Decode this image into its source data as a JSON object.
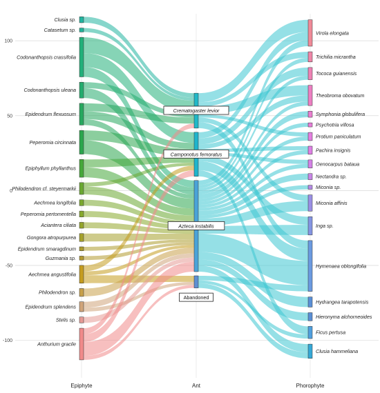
{
  "chart_data": {
    "type": "alluvial",
    "ylim": [
      -125,
      118
    ],
    "y_ticks": [
      100,
      50,
      0,
      -50,
      -100
    ],
    "axes": [
      "Epiphyte",
      "Ant",
      "Phorophyte"
    ],
    "epiphytes": [
      {
        "name": "Clusia sp.",
        "size": 3,
        "color": "#22b5a0"
      },
      {
        "name": "Catasetum sp.",
        "size": 2,
        "color": "#22b49a"
      },
      {
        "name": "Codonanthopsis crassifolia",
        "size": 20,
        "color": "#22b07a"
      },
      {
        "name": "Codonanthopsis uleana",
        "size": 8,
        "color": "#24ac6e"
      },
      {
        "name": "Epidendrum flexuosum",
        "size": 11,
        "color": "#27a85f"
      },
      {
        "name": "Peperomia circinnata",
        "size": 12,
        "color": "#2ba64e"
      },
      {
        "name": "Epiphyllum phyllanthus",
        "size": 9,
        "color": "#46a83a"
      },
      {
        "name": "Philodendron cf. steyermarkii",
        "size": 6,
        "color": "#6aa832"
      },
      {
        "name": "Aechmea longifolia",
        "size": 3,
        "color": "#7aa82e"
      },
      {
        "name": "Peperomia pertomentella",
        "size": 3,
        "color": "#86a92c"
      },
      {
        "name": "Aciantera ciliata",
        "size": 3,
        "color": "#94a52a"
      },
      {
        "name": "Gongora atropurpurea",
        "size": 4,
        "color": "#a5a12b"
      },
      {
        "name": "Epidendrum smaragdinum",
        "size": 2,
        "color": "#ad9d2d"
      },
      {
        "name": "Guzmania sp.",
        "size": 2,
        "color": "#b39a30"
      },
      {
        "name": "Aechmea angustifolia",
        "size": 9,
        "color": "#c59c1f"
      },
      {
        "name": "Philodendron sp.",
        "size": 4,
        "color": "#c8a04a"
      },
      {
        "name": "Epidendrum splendens",
        "size": 5,
        "color": "#d0a47a"
      },
      {
        "name": "Stelis sp.",
        "size": 3,
        "color": "#e59a95"
      },
      {
        "name": "Anthurium gracile",
        "size": 16,
        "color": "#f08a8a"
      }
    ],
    "ants": [
      {
        "name": "Crematogaster levior",
        "size": 23,
        "color": "#20b8c8"
      },
      {
        "name": "Camponotus femoratus",
        "size": 29,
        "color": "#1fb4cc"
      },
      {
        "name": "Azteca instabilis",
        "size": 60,
        "color": "#4aa3d8"
      },
      {
        "name": "Abandoned",
        "size": 8,
        "color": "#5d8fd2"
      }
    ],
    "phorophytes": [
      {
        "name": "Virola elongata",
        "size": 13,
        "color": "#f08a98"
      },
      {
        "name": "Trichilia micrantha",
        "size": 5,
        "color": "#ef86a8"
      },
      {
        "name": "Tococa guianensis",
        "size": 6,
        "color": "#ee82b4"
      },
      {
        "name": "Theobroma obovatum",
        "size": 10,
        "color": "#ec7fc2"
      },
      {
        "name": "Symphonia globulifera",
        "size": 3,
        "color": "#ea7ed0"
      },
      {
        "name": "Psychotria villosa",
        "size": 2,
        "color": "#e77ed9"
      },
      {
        "name": "Protium paniculatum",
        "size": 4,
        "color": "#e47fe0"
      },
      {
        "name": "Pachira insignis",
        "size": 4,
        "color": "#de80e4"
      },
      {
        "name": "Oenocarpus bataua",
        "size": 4,
        "color": "#d482e6"
      },
      {
        "name": "Nectandra sp.",
        "size": 3,
        "color": "#c886e6"
      },
      {
        "name": "Miconia sp.",
        "size": 2,
        "color": "#b48ae6"
      },
      {
        "name": "Miconia affinis",
        "size": 8,
        "color": "#9a8fe4"
      },
      {
        "name": "Inga sp.",
        "size": 9,
        "color": "#8495e2"
      },
      {
        "name": "Hymenaea oblongifolia",
        "size": 25,
        "color": "#6b9ae0"
      },
      {
        "name": "Hydrangea tarapotensis",
        "size": 5,
        "color": "#5a8fd6"
      },
      {
        "name": "Hieronyma alchorneoides",
        "size": 4,
        "color": "#5a8ed4"
      },
      {
        "name": "Ficus pertusa",
        "size": 6,
        "color": "#4f9fde"
      },
      {
        "name": "Clusia hammeliana",
        "size": 7,
        "color": "#35a8d6"
      }
    ],
    "epiphyte_ant_flows": [
      [
        "Clusia sp.",
        "Crematogaster levior",
        3
      ],
      [
        "Catasetum sp.",
        "Crematogaster levior",
        2
      ],
      [
        "Codonanthopsis crassifolia",
        "Crematogaster levior",
        8
      ],
      [
        "Codonanthopsis crassifolia",
        "Camponotus femoratus",
        7
      ],
      [
        "Codonanthopsis crassifolia",
        "Azteca instabilis",
        5
      ],
      [
        "Codonanthopsis uleana",
        "Crematogaster levior",
        3
      ],
      [
        "Codonanthopsis uleana",
        "Azteca instabilis",
        5
      ],
      [
        "Epidendrum flexuosum",
        "Crematogaster levior",
        4
      ],
      [
        "Epidendrum flexuosum",
        "Camponotus femoratus",
        4
      ],
      [
        "Epidendrum flexuosum",
        "Azteca instabilis",
        3
      ],
      [
        "Peperomia circinnata",
        "Camponotus femoratus",
        5
      ],
      [
        "Peperomia circinnata",
        "Azteca instabilis",
        7
      ],
      [
        "Epiphyllum phyllanthus",
        "Camponotus femoratus",
        4
      ],
      [
        "Epiphyllum phyllanthus",
        "Azteca instabilis",
        5
      ],
      [
        "Philodendron cf. steyermarkii",
        "Camponotus femoratus",
        2
      ],
      [
        "Philodendron cf. steyermarkii",
        "Azteca instabilis",
        4
      ],
      [
        "Aechmea longifolia",
        "Azteca instabilis",
        3
      ],
      [
        "Peperomia pertomentella",
        "Azteca instabilis",
        3
      ],
      [
        "Aciantera ciliata",
        "Azteca instabilis",
        3
      ],
      [
        "Gongora atropurpurea",
        "Azteca instabilis",
        4
      ],
      [
        "Epidendrum smaragdinum",
        "Azteca instabilis",
        2
      ],
      [
        "Guzmania sp.",
        "Azteca instabilis",
        2
      ],
      [
        "Aechmea angustifolia",
        "Camponotus femoratus",
        3
      ],
      [
        "Aechmea angustifolia",
        "Azteca instabilis",
        2
      ],
      [
        "Aechmea angustifolia",
        "Abandoned",
        4
      ],
      [
        "Philodendron sp.",
        "Azteca instabilis",
        4
      ],
      [
        "Epidendrum splendens",
        "Azteca instabilis",
        3
      ],
      [
        "Epidendrum splendens",
        "Abandoned",
        2
      ],
      [
        "Stelis sp.",
        "Azteca instabilis",
        3
      ],
      [
        "Anthurium gracile",
        "Crematogaster levior",
        3
      ],
      [
        "Anthurium gracile",
        "Camponotus femoratus",
        4
      ],
      [
        "Anthurium gracile",
        "Azteca instabilis",
        7
      ],
      [
        "Anthurium gracile",
        "Abandoned",
        2
      ]
    ],
    "ant_phorophyte_flows": [
      [
        "Crematogaster levior",
        "Virola elongata",
        6
      ],
      [
        "Crematogaster levior",
        "Trichilia micrantha",
        3
      ],
      [
        "Crematogaster levior",
        "Theobroma obovatum",
        5
      ],
      [
        "Crematogaster levior",
        "Protium paniculatum",
        2
      ],
      [
        "Crematogaster levior",
        "Miconia affinis",
        3
      ],
      [
        "Crematogaster levior",
        "Hymenaea oblongifolia",
        4
      ],
      [
        "Camponotus femoratus",
        "Virola elongata",
        4
      ],
      [
        "Camponotus femoratus",
        "Tococa guianensis",
        4
      ],
      [
        "Camponotus femoratus",
        "Theobroma obovatum",
        3
      ],
      [
        "Camponotus femoratus",
        "Pachira insignis",
        2
      ],
      [
        "Camponotus femoratus",
        "Oenocarpus bataua",
        2
      ],
      [
        "Camponotus femoratus",
        "Inga sp.",
        4
      ],
      [
        "Camponotus femoratus",
        "Hymenaea oblongifolia",
        6
      ],
      [
        "Camponotus femoratus",
        "Ficus pertusa",
        4
      ],
      [
        "Azteca instabilis",
        "Virola elongata",
        3
      ],
      [
        "Azteca instabilis",
        "Trichilia micrantha",
        2
      ],
      [
        "Azteca instabilis",
        "Tococa guianensis",
        2
      ],
      [
        "Azteca instabilis",
        "Theobroma obovatum",
        2
      ],
      [
        "Azteca instabilis",
        "Symphonia globulifera",
        3
      ],
      [
        "Azteca instabilis",
        "Psychotria villosa",
        2
      ],
      [
        "Azteca instabilis",
        "Protium paniculatum",
        2
      ],
      [
        "Azteca instabilis",
        "Pachira insignis",
        2
      ],
      [
        "Azteca instabilis",
        "Oenocarpus bataua",
        2
      ],
      [
        "Azteca instabilis",
        "Nectandra sp.",
        3
      ],
      [
        "Azteca instabilis",
        "Miconia sp.",
        2
      ],
      [
        "Azteca instabilis",
        "Miconia affinis",
        5
      ],
      [
        "Azteca instabilis",
        "Inga sp.",
        5
      ],
      [
        "Azteca instabilis",
        "Hymenaea oblongifolia",
        12
      ],
      [
        "Azteca instabilis",
        "Hydrangea tarapotensis",
        5
      ],
      [
        "Azteca instabilis",
        "Hieronyma alchorneoides",
        4
      ],
      [
        "Azteca instabilis",
        "Clusia hammeliana",
        4
      ],
      [
        "Abandoned",
        "Hymenaea oblongifolia",
        3
      ],
      [
        "Abandoned",
        "Ficus pertusa",
        2
      ],
      [
        "Abandoned",
        "Clusia hammeliana",
        3
      ]
    ]
  }
}
